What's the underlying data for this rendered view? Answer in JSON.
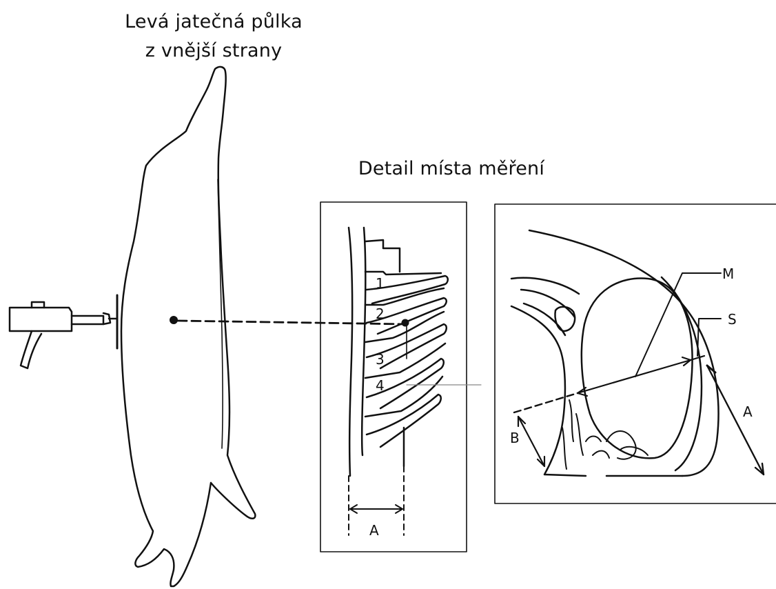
{
  "titles": {
    "half": "Levá jatečná půlka",
    "side": "z vnější strany",
    "detail": "Detail místa měření"
  },
  "rib_labels": [
    "1",
    "2",
    "3",
    "4"
  ],
  "detail_labels": {
    "a_width": "A"
  },
  "section_labels": {
    "m": "M",
    "s": "S",
    "a": "A",
    "b": "B"
  }
}
